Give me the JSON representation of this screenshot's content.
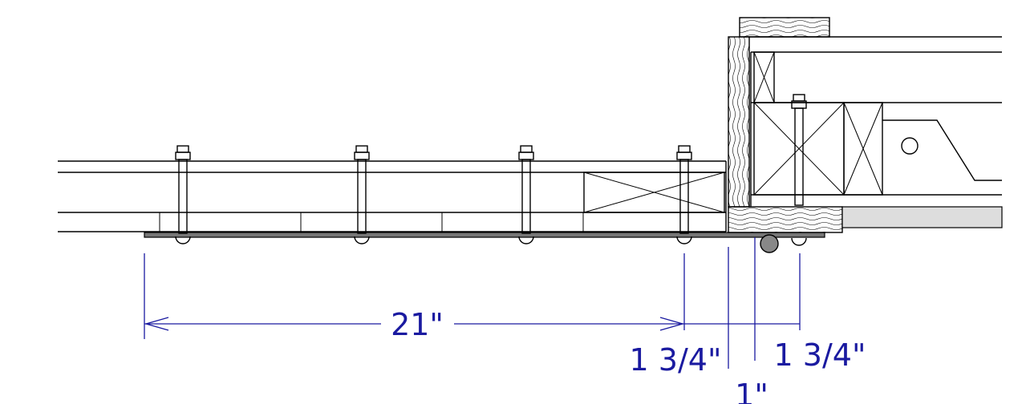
{
  "dimensions": {
    "d21": "21\"",
    "d1_34_left": "1 3/4\"",
    "d1_34_right": "1 3/4\"",
    "d1": "1\""
  },
  "colors": {
    "dimension": "#1a1aa0",
    "line": "#000000",
    "roller": "#888888",
    "skid_gray": "#dddddd"
  }
}
